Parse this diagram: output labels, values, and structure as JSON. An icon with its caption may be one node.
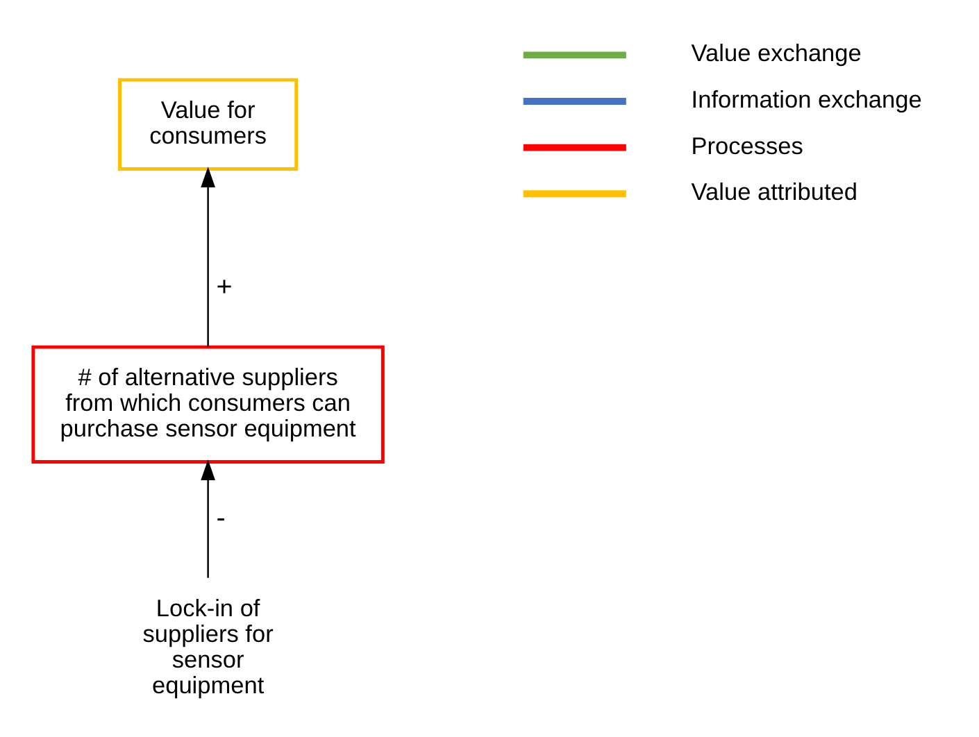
{
  "diagram": {
    "nodes": [
      {
        "text": [
          "Value for consumers"
        ]
      },
      {
        "text": [
          "# of alternative suppliers from which consumers can purchase sensor equipment"
        ]
      },
      {
        "text": [
          "Lock-in of suppliers for sensor equipment"
        ]
      }
    ],
    "edges": [
      {
        "from": 1,
        "to": 0,
        "arrow": "to",
        "label": "+"
      },
      {
        "from": 2,
        "to": 1,
        "arrow": "to",
        "label": "-"
      }
    ],
    "legend": [
      {
        "text": "Value exchange",
        "color": "#70ad47"
      },
      {
        "text": "Information exchange",
        "color": "#4472c4"
      },
      {
        "text": "Processes",
        "color": "#ff0000"
      },
      {
        "text": "Value attributed",
        "color": "#ffc000"
      }
    ]
  }
}
